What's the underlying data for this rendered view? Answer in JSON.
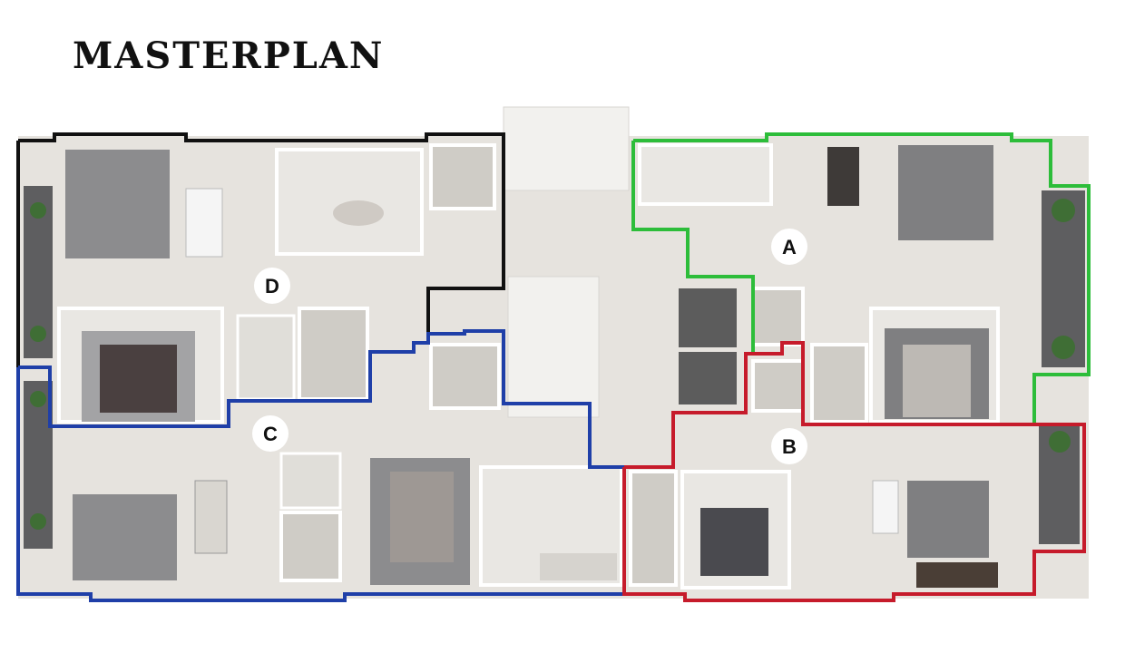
{
  "title": "MASTERPLAN",
  "units": [
    {
      "id": "A",
      "label": "A",
      "border_color": "#2dbd3a"
    },
    {
      "id": "B",
      "label": "B",
      "border_color": "#c61b2b"
    },
    {
      "id": "C",
      "label": "C",
      "border_color": "#1f3fa8"
    },
    {
      "id": "D",
      "label": "D",
      "border_color": "#111111"
    }
  ],
  "colors": {
    "floor": "#e6e3de",
    "wall": "#ffffff",
    "rug": "#8c8c8e",
    "furniture_dark": "#4a4040",
    "bed_linen": "#cfcac4",
    "stair": "#f2f1ee",
    "elevator": "#5c5c5c",
    "plant": "#3f6e35"
  }
}
